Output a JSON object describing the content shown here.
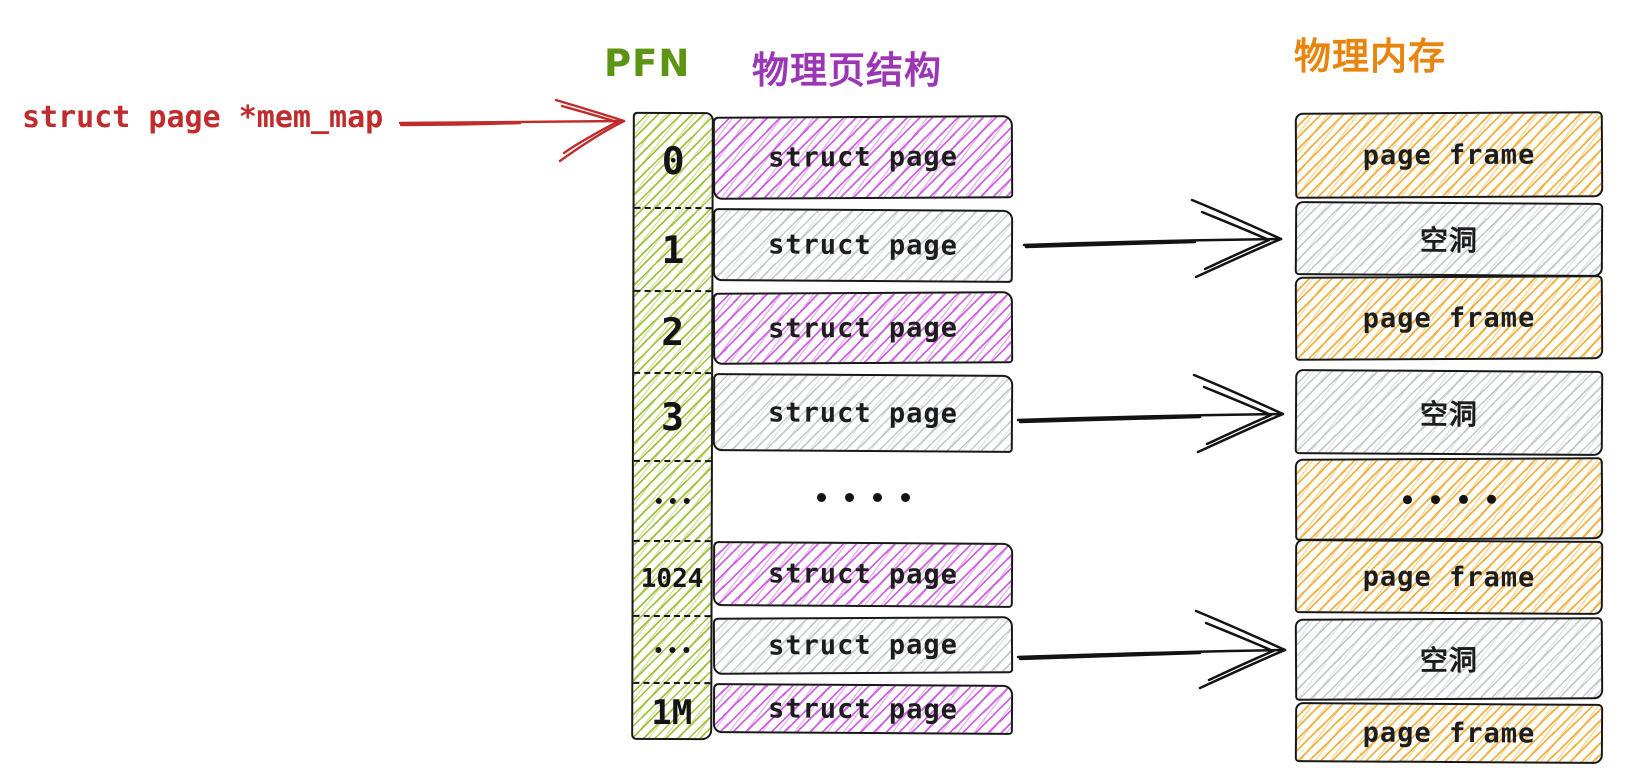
{
  "headers": {
    "pfn": "PFN",
    "page_struct": "物理页结构",
    "physical_memory": "物理内存"
  },
  "pointer_label": "struct page *mem_map",
  "colors": {
    "pfn_header": "#5d9414",
    "page_struct_header": "#9b37b5",
    "memory_header": "#e8850f",
    "pointer_red": "#c02c2c",
    "green_hatch": "#9ac030",
    "purple_hatch": "#c44bd9",
    "gray_hatch": "#b9c0c8",
    "orange_hatch": "#f0ab2f",
    "ink": "#181818"
  },
  "page_struct_array": {
    "rows": [
      {
        "pfn": "0",
        "label": "struct page",
        "variant": "purple"
      },
      {
        "pfn": "1",
        "label": "struct page",
        "variant": "gray"
      },
      {
        "pfn": "2",
        "label": "struct page",
        "variant": "purple"
      },
      {
        "pfn": "3",
        "label": "struct page",
        "variant": "gray"
      },
      {
        "pfn": "...",
        "label": "....",
        "variant": "dots"
      },
      {
        "pfn": "1024",
        "label": "struct page",
        "variant": "purple"
      },
      {
        "pfn": "...",
        "label": "struct page",
        "variant": "gray"
      },
      {
        "pfn": "1M",
        "label": "struct page",
        "variant": "purple"
      }
    ]
  },
  "memory_stack": {
    "rows": [
      {
        "label": "page frame",
        "variant": "orange"
      },
      {
        "label": "空洞",
        "variant": "gray"
      },
      {
        "label": "page frame",
        "variant": "orange"
      },
      {
        "label": "空洞",
        "variant": "gray"
      },
      {
        "label": "....",
        "variant": "dots-orange"
      },
      {
        "label": "page frame",
        "variant": "orange"
      },
      {
        "label": "空洞",
        "variant": "gray"
      },
      {
        "label": "page frame",
        "variant": "orange"
      }
    ]
  },
  "arrows": {
    "mem_map_pointer": "red-arrow-right",
    "mapping_arrows": [
      "black-arrow-right",
      "black-arrow-right",
      "black-arrow-right"
    ]
  }
}
